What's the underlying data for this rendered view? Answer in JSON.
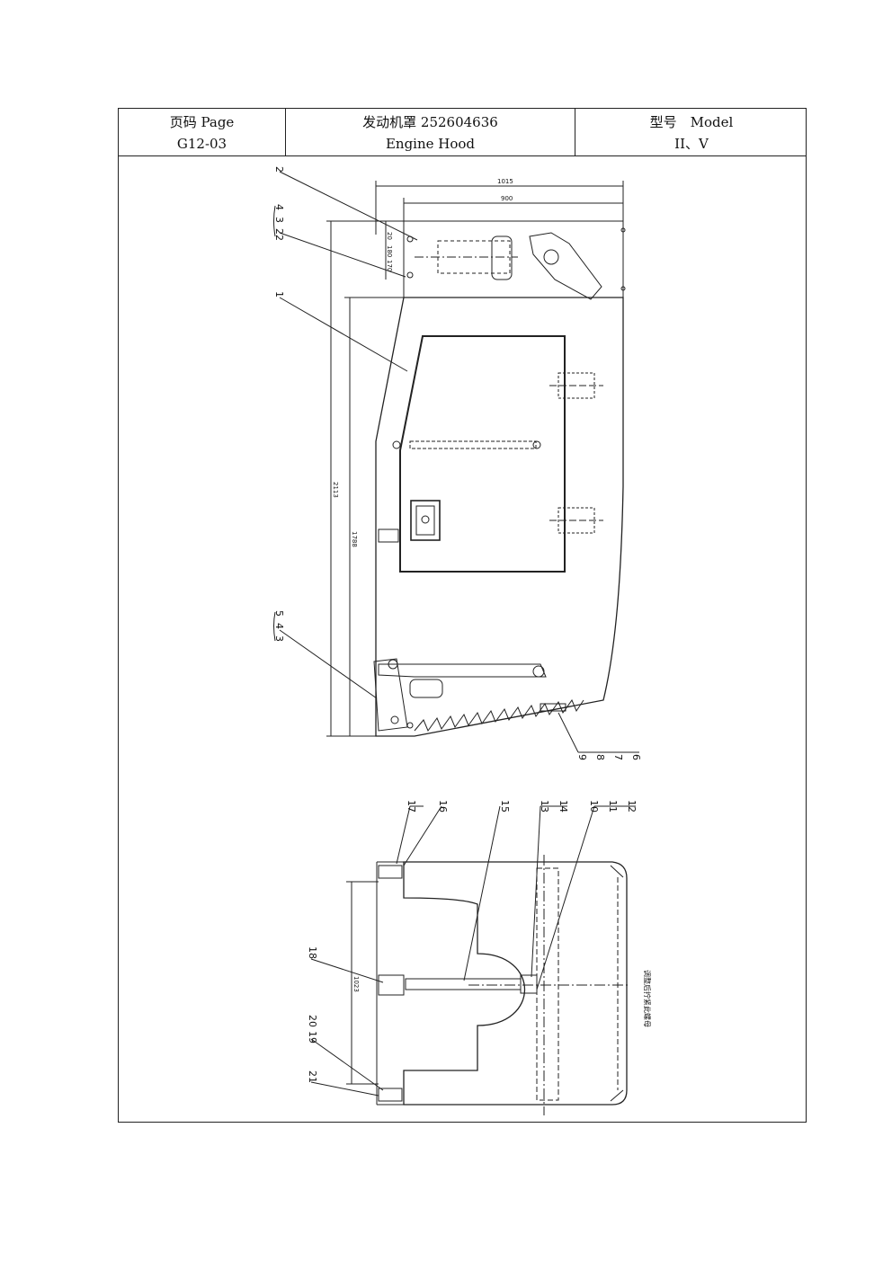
{
  "header": {
    "page_label": "页码 Page",
    "page_number": "G12-03",
    "title_cn": "发动机罩 252604636",
    "title_en": "Engine Hood",
    "model_label": "型号　Model",
    "model_value": "II、V"
  },
  "drawing": {
    "dimensions": [
      "1015",
      "900",
      "20",
      "180",
      "170",
      "2113",
      "1788",
      "1023"
    ],
    "callouts_top": [
      "2",
      "4",
      "3",
      "22",
      "1",
      "5",
      "4",
      "3",
      "6",
      "7",
      "8",
      "9"
    ],
    "callouts_bottom": [
      "17",
      "16",
      "15",
      "13",
      "14",
      "10",
      "11",
      "12",
      "18",
      "20",
      "19",
      "21"
    ],
    "note_vertical": "调整后拧紧此螺母"
  }
}
